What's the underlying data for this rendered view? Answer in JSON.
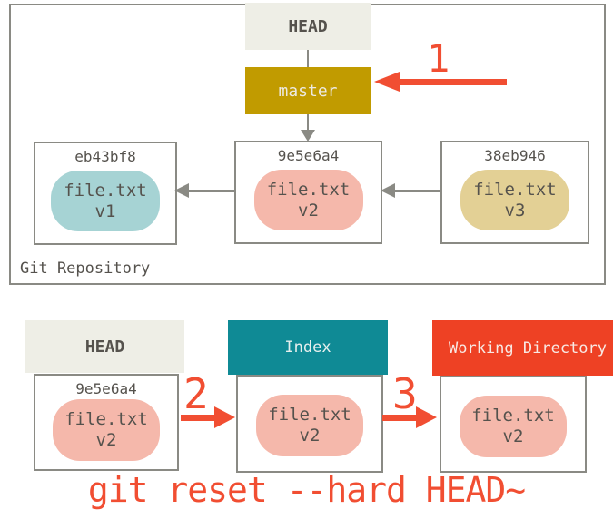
{
  "colors": {
    "border_gray": "#8a8a84",
    "text_dark": "#55524d",
    "beige_header": "#eeeee6",
    "gold_branch": "#c19b00",
    "teal_index": "#0f8a95",
    "red_working": "#ee4124",
    "red_accent": "#f14e32",
    "blob_blue": "#a6d3d4",
    "blob_pink": "#f5b8ab",
    "blob_tan": "#e3d095"
  },
  "repository": {
    "label": "Git Repository",
    "head": {
      "label": "HEAD"
    },
    "branch": {
      "label": "master"
    },
    "step1": {
      "label": "1"
    },
    "commits": [
      {
        "hash": "eb43bf8",
        "file_line1": "file.txt",
        "file_line2": "v1"
      },
      {
        "hash": "9e5e6a4",
        "file_line1": "file.txt",
        "file_line2": "v2"
      },
      {
        "hash": "38eb946",
        "file_line1": "file.txt",
        "file_line2": "v3"
      }
    ]
  },
  "bottom": {
    "head": {
      "label": "HEAD",
      "hash": "9e5e6a4",
      "file_line1": "file.txt",
      "file_line2": "v2"
    },
    "index": {
      "label": "Index",
      "file_line1": "file.txt",
      "file_line2": "v2"
    },
    "working": {
      "label": "Working Directory",
      "file_line1": "file.txt",
      "file_line2": "v2"
    },
    "step2": {
      "label": "2"
    },
    "step3": {
      "label": "3"
    }
  },
  "caption": "git reset --hard HEAD~"
}
